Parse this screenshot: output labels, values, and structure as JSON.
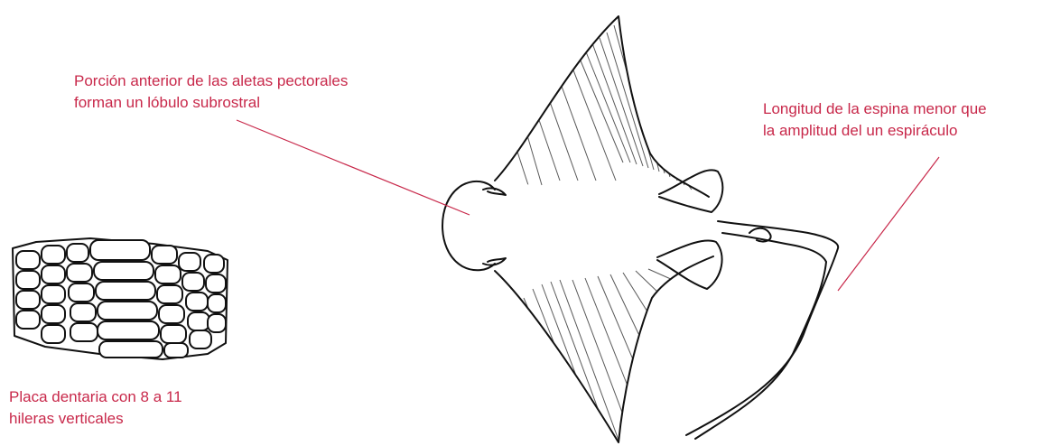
{
  "colors": {
    "annotation": "#c8284a",
    "ink": "#111111",
    "background": "#ffffff"
  },
  "annotations": [
    {
      "id": "lobe",
      "lines": [
        "Porción anterior de las aletas pectorales",
        "forman un lóbulo subrostral"
      ]
    },
    {
      "id": "spine",
      "lines": [
        "Longitud de la espina menor que",
        "la amplitud del un espiráculo"
      ]
    },
    {
      "id": "plate",
      "lines": [
        "Placa dentaria con 8 a 11",
        "hileras verticales"
      ]
    }
  ],
  "figures": {
    "ray": "eagle-ray-dorsal-view",
    "teeth": "dental-plate"
  }
}
